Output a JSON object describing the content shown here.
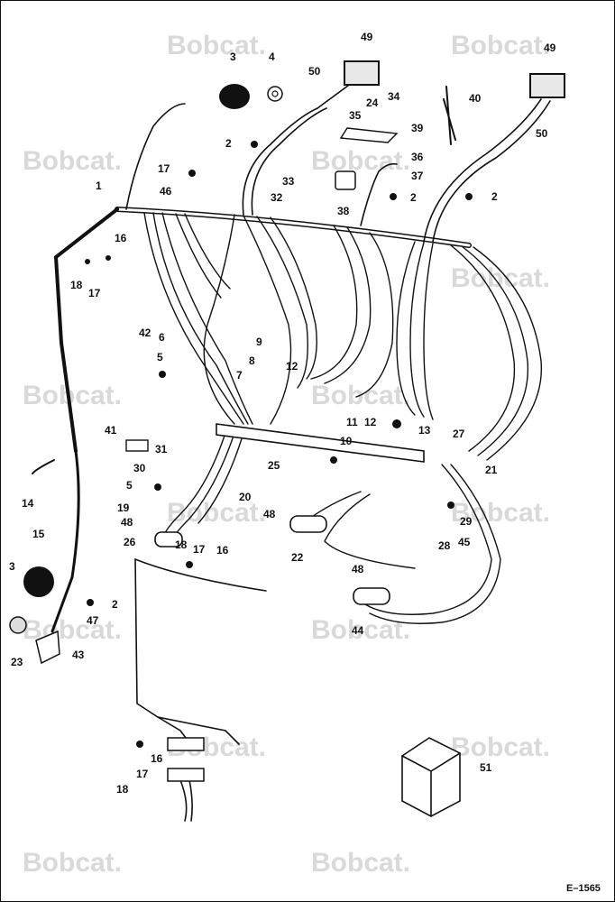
{
  "watermark": "Bobcat.",
  "figure_id": "E–1565",
  "callouts": [
    "1",
    "2",
    "3",
    "4",
    "5",
    "6",
    "7",
    "8",
    "9",
    "10",
    "11",
    "12",
    "13",
    "14",
    "15",
    "16",
    "17",
    "18",
    "19",
    "20",
    "21",
    "22",
    "23",
    "24",
    "25",
    "26",
    "27",
    "28",
    "29",
    "30",
    "31",
    "32",
    "33",
    "34",
    "35",
    "36",
    "37",
    "38",
    "39",
    "40",
    "41",
    "42",
    "43",
    "44",
    "45",
    "46",
    "47",
    "48",
    "49",
    "50",
    "51"
  ]
}
